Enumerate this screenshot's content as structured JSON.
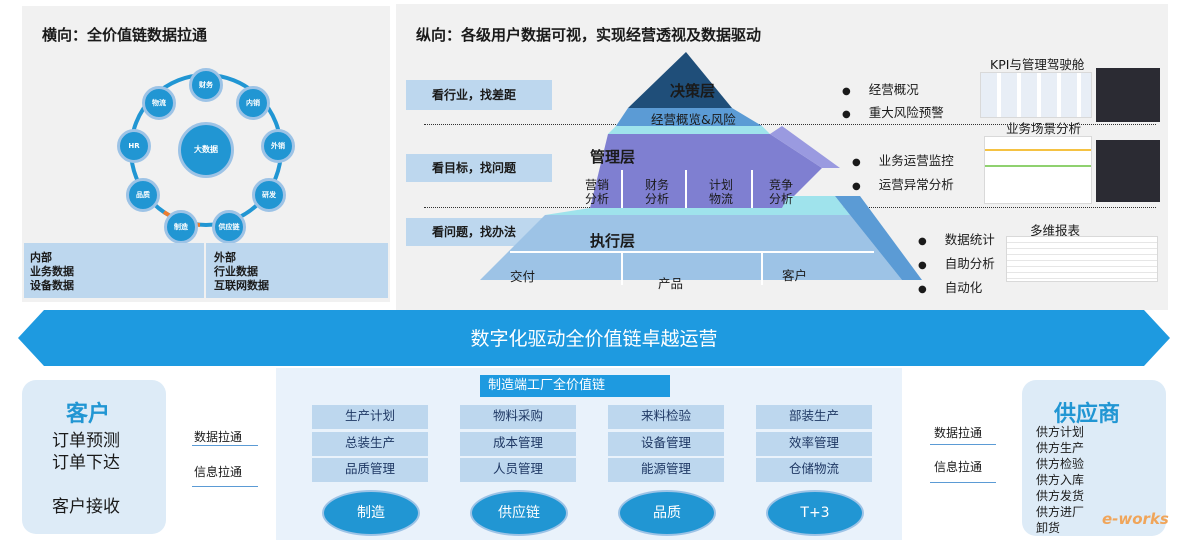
{
  "left_panel": {
    "title": "横向：全价值链数据拉通",
    "center": "大数据",
    "nodes": [
      "财务",
      "内销",
      "外销",
      "研发",
      "供应链",
      "制造",
      "品质",
      "HR",
      "物流"
    ],
    "internal": [
      "内部",
      "业务数据",
      "设备数据"
    ],
    "external": [
      "外部",
      "行业数据",
      "互联网数据"
    ]
  },
  "right_panel": {
    "title": "纵向：各级用户数据可视，实现经营透视及数据驱动",
    "labels": [
      "看行业，找差距",
      "看目标，找问题",
      "看问题，找办法"
    ],
    "levels": {
      "top": {
        "name": "决策层",
        "sub": "经营概览&风险"
      },
      "mid": {
        "name": "管理层",
        "cells": [
          "营销\n分析",
          "财务\n分析",
          "计划\n物流",
          "竞争\n分析"
        ]
      },
      "bottom": {
        "name": "执行层",
        "cells": [
          "交付",
          "产品",
          "客户"
        ]
      }
    },
    "bullets_top": [
      "经营概况",
      "重大风险预警"
    ],
    "bullets_mid": [
      "业务运营监控",
      "运营异常分析"
    ],
    "bullets_bottom": [
      "数据统计",
      "自助分析",
      "自动化"
    ],
    "thumb_titles": [
      "KPI与管理驾驶舱",
      "业务场景分析",
      "多维报表"
    ]
  },
  "banner": {
    "text": "数字化驱动全价值链卓越运营"
  },
  "customer": {
    "title": "客户",
    "items": [
      "订单预测",
      "订单下达",
      "客户接收"
    ]
  },
  "flows_left": [
    "数据拉通",
    "信息拉通"
  ],
  "flows_right": [
    "数据拉通",
    "信息拉通"
  ],
  "factory": {
    "title": "制造端工厂全价值链",
    "columns": [
      {
        "items": [
          "生产计划",
          "总装生产",
          "品质管理"
        ],
        "circle": "制造"
      },
      {
        "items": [
          "物料采购",
          "成本管理",
          "人员管理"
        ],
        "circle": "供应链"
      },
      {
        "items": [
          "来料检验",
          "设备管理",
          "能源管理"
        ],
        "circle": "品质"
      },
      {
        "items": [
          "部装生产",
          "效率管理",
          "仓储物流"
        ],
        "circle": "T+3"
      }
    ]
  },
  "supplier": {
    "title": "供应商",
    "items": [
      "供方计划",
      "供方生产",
      "供方检验",
      "供方入库",
      "供方发货",
      "供方进厂",
      "卸货"
    ]
  },
  "watermark": "e-works"
}
